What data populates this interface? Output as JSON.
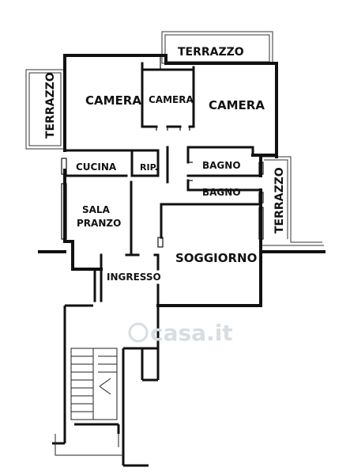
{
  "rooms": {
    "terrazzo_top": "TERRAZZO",
    "terrazzo_left": "TERRAZZO",
    "terrazzo_right": "TERRAZZO",
    "camera_left": "CAMERA",
    "camera_small": "CAMERA",
    "camera_right": "CAMERA",
    "cucina": "CUCINA",
    "rip": "RIP.",
    "bagno_1": "BAGNO",
    "bagno_2": "BAGNO",
    "sala": "SALA",
    "pranzo": "PRANZO",
    "soggiorno": "SOGGIORNO",
    "ingresso": "INGRESSO"
  },
  "watermark": "casa.it",
  "colors": {
    "wall": "#111111",
    "background": "#ffffff",
    "watermark": "#d8dde2"
  }
}
